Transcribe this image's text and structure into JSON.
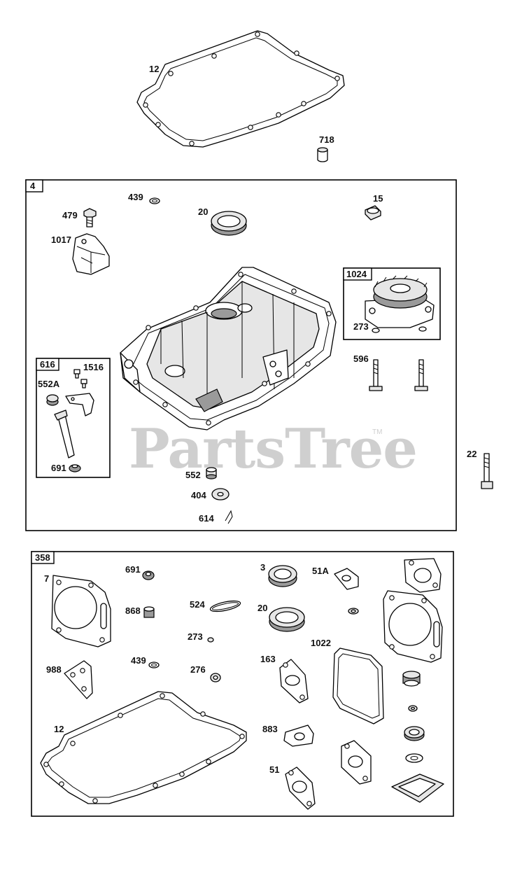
{
  "watermark": {
    "text": "PartsTree",
    "tm": "TM"
  },
  "groups": {
    "g4": "4",
    "g1024": "1024",
    "g616": "616",
    "g358": "358"
  },
  "callouts": {
    "c12_top": "12",
    "c718": "718",
    "c439_a": "439",
    "c479": "479",
    "c20_a": "20",
    "c15": "15",
    "c1017": "1017",
    "c273_a": "273",
    "c596": "596",
    "c1516": "1516",
    "c552A": "552A",
    "c691_a": "691",
    "c22": "22",
    "c552": "552",
    "c404": "404",
    "c614": "614",
    "c7": "7",
    "c691_b": "691",
    "c3": "3",
    "c51A": "51A",
    "c868": "868",
    "c524": "524",
    "c20_b": "20",
    "c273_b": "273",
    "c1022": "1022",
    "c988": "988",
    "c439_b": "439",
    "c276": "276",
    "c163": "163",
    "c12_bottom": "12",
    "c883": "883",
    "c51": "51"
  }
}
